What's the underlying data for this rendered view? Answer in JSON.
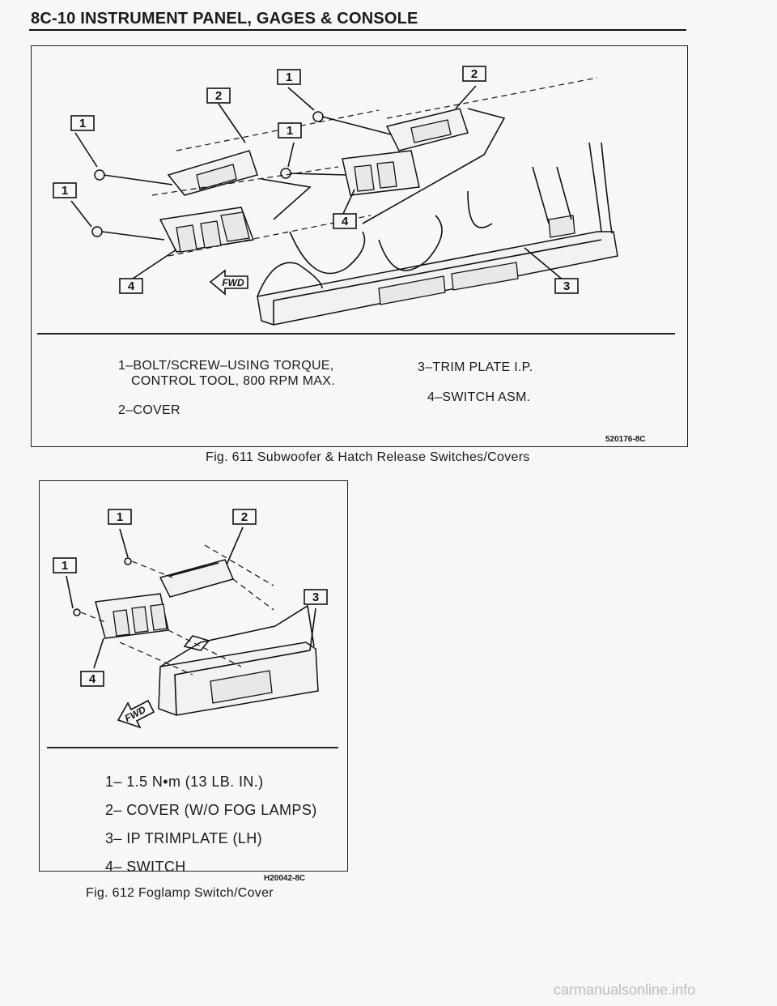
{
  "page": {
    "header": "8C-10 INSTRUMENT PANEL, GAGES & CONSOLE",
    "watermark": "carmanualsonline.info"
  },
  "figure1": {
    "callouts": [
      "1",
      "2",
      "1",
      "1",
      "2",
      "1",
      "4",
      "4",
      "3"
    ],
    "direction_label": "FWD",
    "legend": {
      "item1_line1": "1–BOLT/SCREW–USING TORQUE,",
      "item1_line2": "CONTROL TOOL, 800 RPM MAX.",
      "item2": "2–COVER",
      "item3": "3–TRIM PLATE I.P.",
      "item4": "4–SWITCH ASM."
    },
    "code": "520176-8C",
    "caption": "Fig. 611 Subwoofer & Hatch Release Switches/Covers"
  },
  "figure2": {
    "callouts": [
      "1",
      "2",
      "1",
      "3",
      "4"
    ],
    "direction_label": "FWD",
    "legend": {
      "item1": "1– 1.5 N•m (13 LB. IN.)",
      "item2": "2– COVER (W/O FOG LAMPS)",
      "item3": "3– IP TRIMPLATE (LH)",
      "item4": "4– SWITCH"
    },
    "code": "H20042-8C",
    "caption": "Fig. 612 Foglamp Switch/Cover"
  }
}
